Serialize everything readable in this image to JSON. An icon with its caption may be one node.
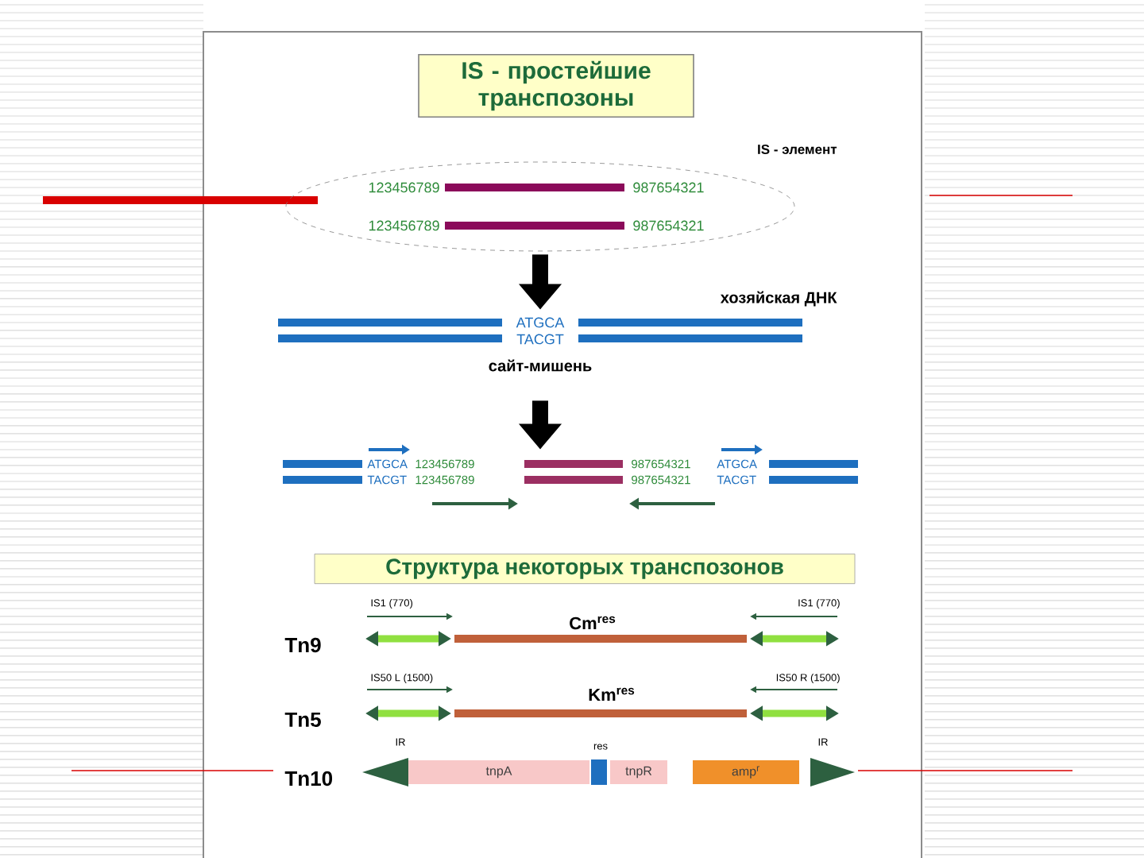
{
  "diagram": {
    "nodes": [
      {
        "text": [
          "IS - простейшие транспозоны"
        ]
      },
      {
        "text": [
          "123456789",
          "987654321",
          "123456789",
          "987654321"
        ],
        "beside": [
          "IS - элемент"
        ]
      },
      {
        "text": [
          "ATGCA",
          "TACGT"
        ],
        "beside": [
          "хозяйская ДНК",
          "сайт-мишень"
        ]
      },
      {
        "text": [
          "ATGCA",
          "123456789",
          "987654321",
          "ATGCA",
          "TACGT",
          "123456789",
          "987654321",
          "TACGT"
        ]
      },
      {
        "text": [
          "Структура некоторых транспозонов"
        ]
      },
      {
        "text": [
          "tnpA"
        ]
      },
      {
        "text": [
          "tnpR"
        ]
      },
      {
        "text": [
          "amp$^{r}$"
        ]
      }
    ],
    "edges": [
      {
        "from": 1,
        "to": 2,
        "arrow": "to"
      },
      {
        "from": 2,
        "to": 3,
        "arrow": "to"
      }
    ],
    "labels": [
      "IS1 (770)",
      "Cm$^{res}$",
      "IS1 (770)",
      "Tn9",
      "IS50 L (1500)",
      "Km$^{res}$",
      "IS50 R (1500)",
      "Tn5",
      "IR",
      "res",
      "IR",
      "Tn10"
    ]
  }
}
